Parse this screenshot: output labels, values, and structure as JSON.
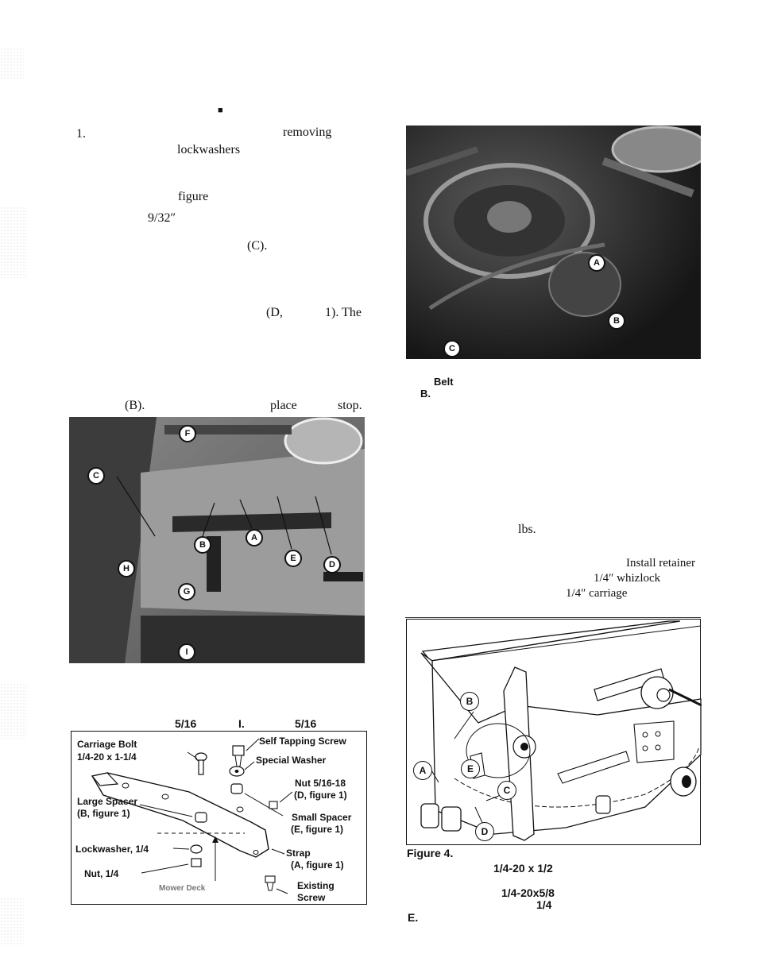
{
  "page": {
    "bullet": "■",
    "step_number": "1.",
    "text_fragments": {
      "removing": "removing",
      "lockwashers": "lockwashers",
      "figure": "figure",
      "fraction_9_32": "9/32″",
      "c_ref": "(C).",
      "d_ref_a": "(D,",
      "d_ref_b": "1). The",
      "b_ref": "(B).",
      "place": "place",
      "stop": "stop.",
      "lbs": "lbs.",
      "install_retainer": "Install retainer",
      "whizlock": "1/4″ whizlock",
      "carriage": "1/4″ carriage"
    }
  },
  "figure_top_right": {
    "callouts": [
      "A",
      "B",
      "C"
    ],
    "caption_belt": "Belt",
    "caption_b": "B."
  },
  "figure_1": {
    "callouts": [
      "F",
      "C",
      "B",
      "A",
      "E",
      "D",
      "H",
      "G",
      "I"
    ]
  },
  "figure_2": {
    "caption_a": "5/16",
    "caption_b": "I.",
    "caption_c": "5/16",
    "labels": {
      "carriage_bolt": "Carriage Bolt",
      "carriage_bolt_size": "1/4-20 x 1-1/4",
      "self_tapping": "Self Tapping Screw",
      "special_washer": "Special Washer",
      "nut_516": "Nut 5/16-18",
      "nut_516_ref": "(D, figure 1)",
      "large_spacer": "Large Spacer",
      "large_spacer_ref": "(B, figure 1)",
      "small_spacer": "Small Spacer",
      "small_spacer_ref": "(E, figure 1)",
      "lockwasher": "Lockwasher, 1/4",
      "strap": "Strap",
      "strap_ref": "(A, figure 1)",
      "nut_14": "Nut, 1/4",
      "mower_deck": "Mower Deck",
      "existing": "Existing",
      "screw": "Screw"
    }
  },
  "figure_4": {
    "callouts": [
      "B",
      "A",
      "E",
      "C",
      "D"
    ],
    "title": "Figure 4.",
    "line_1": "1/4-20 x 1/2",
    "line_2": "1/4-20x5/8",
    "line_3": "1/4",
    "line_e": "E."
  }
}
